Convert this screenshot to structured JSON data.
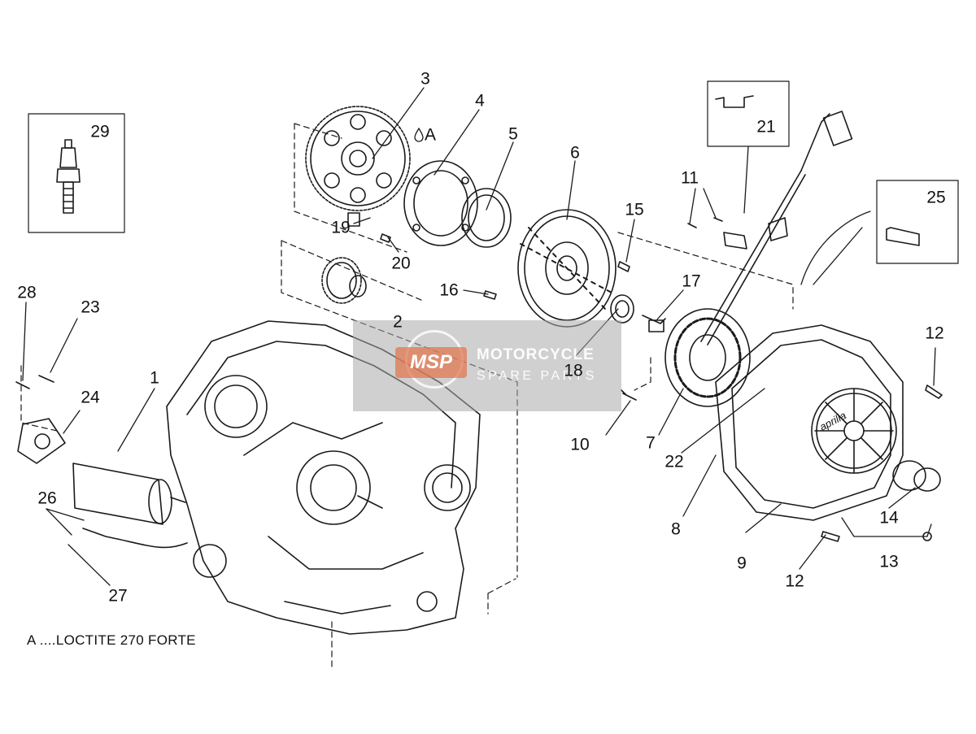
{
  "callouts": {
    "c1": "1",
    "c2": "2",
    "c3": "3",
    "c4": "4",
    "c5": "5",
    "c6": "6",
    "c7": "7",
    "c8": "8",
    "c9": "9",
    "c10": "10",
    "c11": "11",
    "c12a": "12",
    "c12b": "12",
    "c13": "13",
    "c14": "14",
    "c15": "15",
    "c16": "16",
    "c17": "17",
    "c18": "18",
    "c19": "19",
    "c20": "20",
    "c21": "21",
    "c22": "22",
    "c23": "23",
    "c24": "24",
    "c25": "25",
    "c26": "26",
    "c27": "27",
    "c28": "28",
    "c29": "29"
  },
  "adhesive_marker": "A",
  "note": "A ....LOCTITE 270 FORTE",
  "watermark": {
    "badge": "MSP",
    "title": "MOTORCYCLE",
    "subtitle": "SPARE PARTS"
  },
  "cover_logo": "aprilia",
  "colors": {
    "line": "#1a1a1a",
    "watermark_bg": "#aaaaaa",
    "watermark_badge": "#e07850"
  }
}
